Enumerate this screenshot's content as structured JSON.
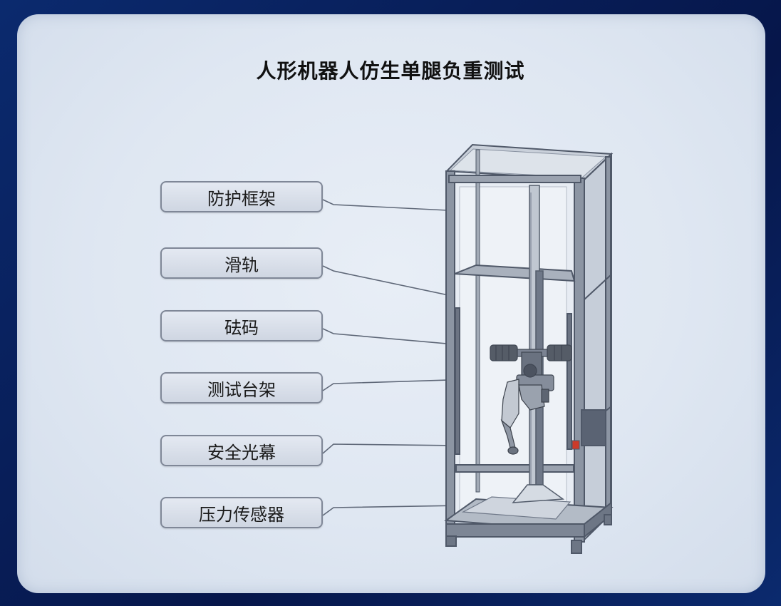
{
  "title": "人形机器人仿生单腿负重测试",
  "labels": [
    {
      "id": "frame",
      "text": "防护框架"
    },
    {
      "id": "rail",
      "text": "滑轨"
    },
    {
      "id": "weight",
      "text": "砝码"
    },
    {
      "id": "rig",
      "text": "测试台架"
    },
    {
      "id": "curtain",
      "text": "安全光幕"
    },
    {
      "id": "sensor",
      "text": "压力传感器"
    }
  ],
  "colors": {
    "background": "#0a1f5c",
    "panel": "#e3eaf4",
    "frame": "#5b6474",
    "label_border": "#7f8797"
  }
}
